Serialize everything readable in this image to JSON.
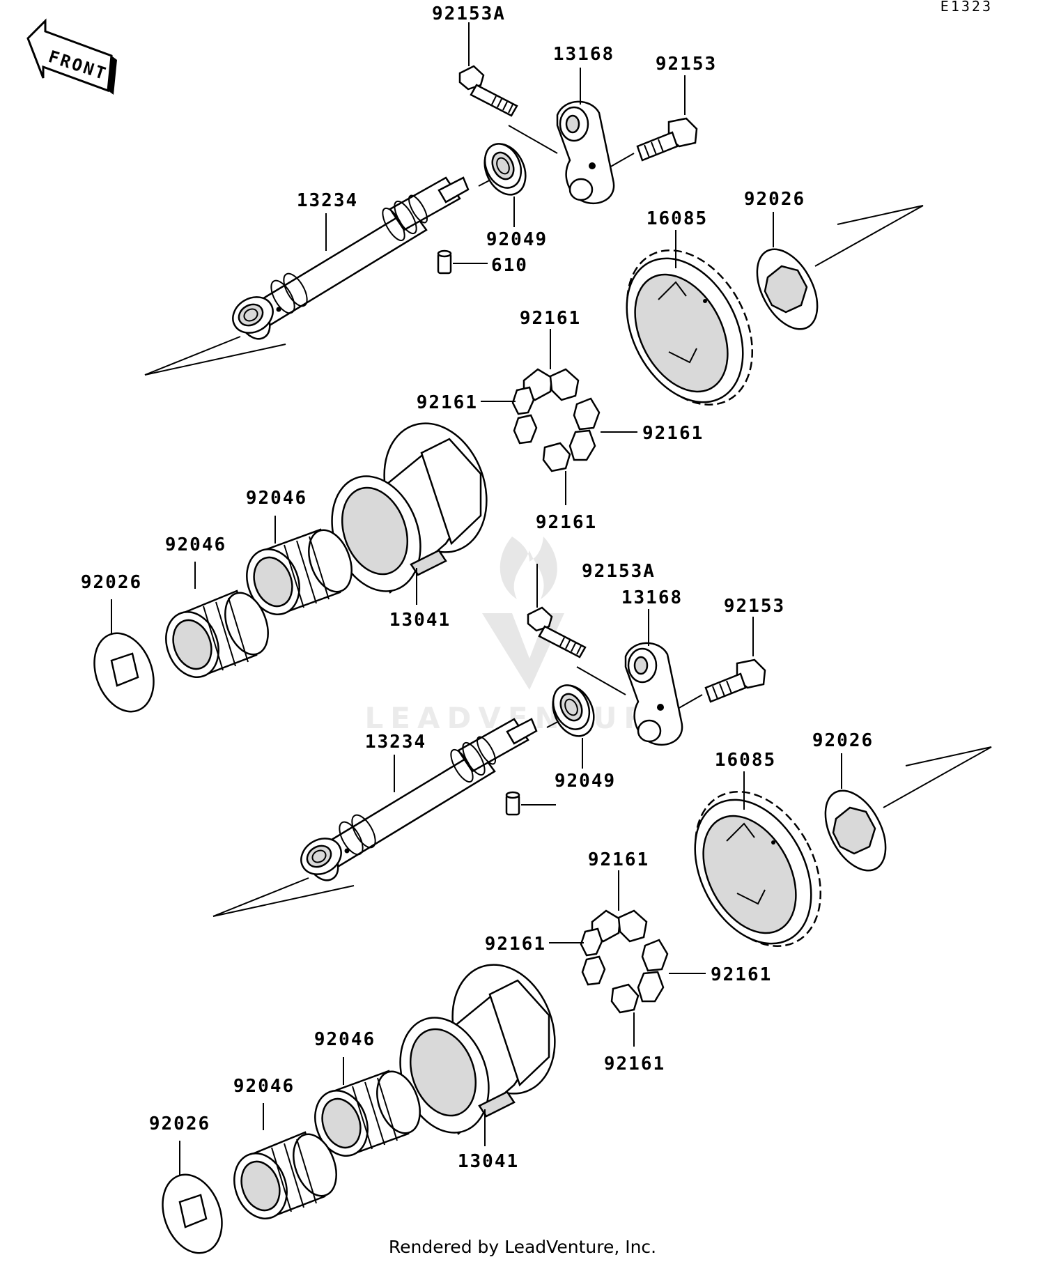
{
  "diagram_code": "E1323",
  "front_label": "FRONT",
  "footer": "Rendered by LeadVenture, Inc.",
  "watermark": "LEADVENTURE",
  "assemblies": [
    {
      "labels": {
        "bolt_a": "92153A",
        "arm": "13168",
        "bolt": "92153",
        "shaft": "13234",
        "seal": "92049",
        "pin": "610",
        "washer_right": "92026",
        "gear": "16085",
        "damper_top": "92161",
        "damper_left": "92161",
        "damper_right": "92161",
        "damper_bottom": "92161",
        "bearing_upper": "92046",
        "bearing_lower": "92046",
        "washer_left": "92026",
        "hub": "13041"
      }
    },
    {
      "labels": {
        "bolt_a": "92153A",
        "arm": "13168",
        "bolt": "92153",
        "shaft": "13234",
        "seal": "92049",
        "washer_right": "92026",
        "gear": "16085",
        "damper_top": "92161",
        "damper_left": "92161",
        "damper_right": "92161",
        "damper_bottom": "92161",
        "bearing_upper": "92046",
        "bearing_lower": "92046",
        "washer_left": "92026",
        "hub": "13041"
      }
    }
  ]
}
